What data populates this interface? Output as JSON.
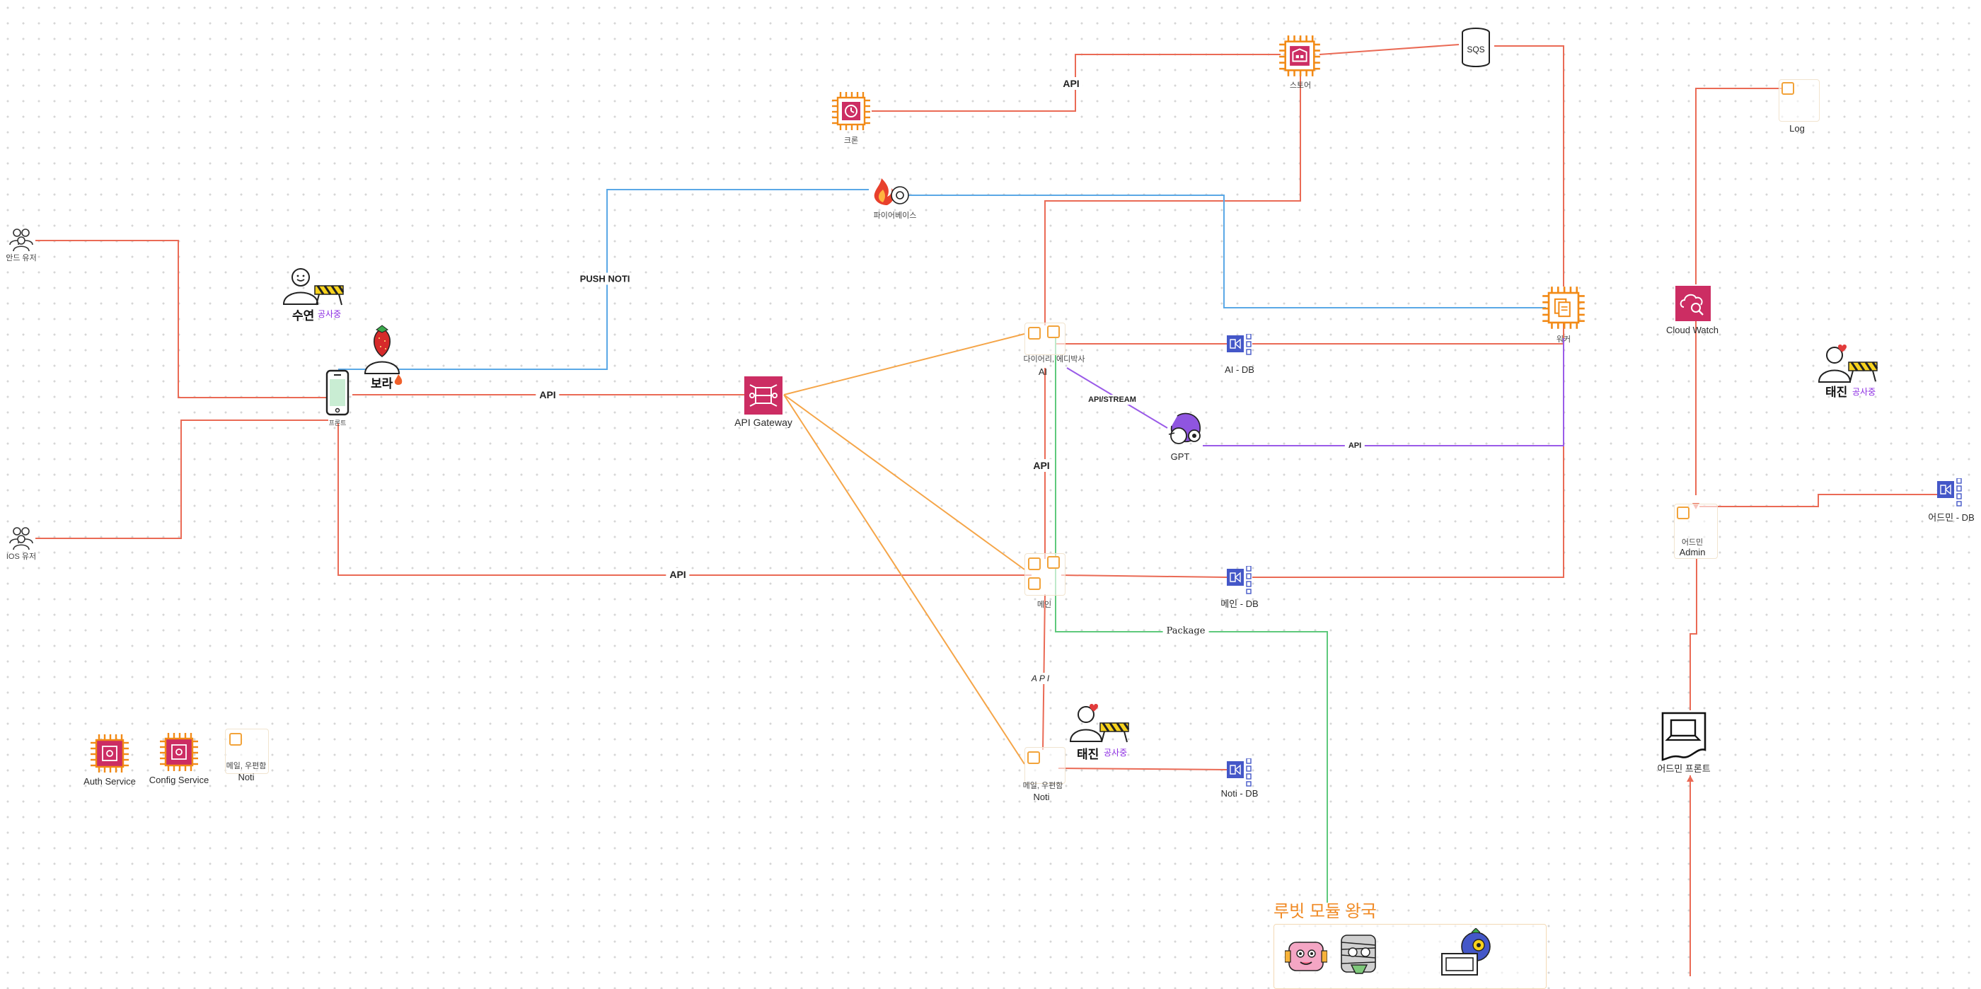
{
  "diagram": {
    "nodes": {
      "android_users": "안드 유저",
      "ios_users": "IOS 유저",
      "front": "프론트",
      "api_gateway": "API Gateway",
      "firebase": "파이어베이스",
      "cron": "크론",
      "store": "스토어",
      "sqs": "SQS",
      "worker": "워커",
      "ai_caption": "다이어리, 에디박사",
      "ai_name": "AI",
      "ai_db": "AI - DB",
      "gpt": "GPT",
      "main_name": "메인",
      "main_db": "메인 - DB",
      "noti_caption": "메일, 우편함",
      "noti_name": "Noti",
      "noti_db": "Noti - DB",
      "log": "Log",
      "cloudwatch": "Cloud Watch",
      "admin_caption": "어드민",
      "admin_name": "Admin",
      "admin_db": "어드민 - DB",
      "admin_front": "어드민 프론트",
      "auth_service": "Auth Service",
      "config_service": "Config Service",
      "legend_caption": "메일, 우편함",
      "legend_name": "Noti"
    },
    "edge_labels": {
      "api_front": "API",
      "api_cron_store": "API",
      "push_noti": "PUSH NOTI",
      "api_stream": "API/STREAM",
      "api_gpt_worker": "API",
      "api_ai_main": "API",
      "api_front_main": "API",
      "api_main_noti": "API",
      "package": "Package"
    },
    "people": {
      "suyeon_name": "수연",
      "suyeon_status": "공사중",
      "bora_name": "보라",
      "taejin1_name": "태진",
      "taejin1_status": "공사중",
      "taejin2_name": "태진",
      "taejin2_status": "공사중"
    },
    "group_title": "루빗 모듈 왕국"
  },
  "colors": {
    "edge_red": "#ea6a55",
    "edge_blue": "#5aa8e6",
    "edge_orange": "#f5a548",
    "edge_purple": "#9a5be8",
    "edge_green": "#5ec97c",
    "aws_orange": "#f28a16",
    "aws_pink": "#cc2d63",
    "aws_blue": "#4457c8",
    "wip_purple": "#8b2be2",
    "kingdom_orange": "#f08a24"
  },
  "icons": {
    "users": "users-icon",
    "phone": "mobile-phone-icon",
    "api_gateway": "api-gateway-icon",
    "firebase": "firebase-flame-icon",
    "chip": "compute-chip-icon",
    "database": "database-icon",
    "cloudwatch": "cloudwatch-icon",
    "gpt": "gpt-icon",
    "document": "document-icon",
    "barrier": "construction-barrier-icon",
    "strawberry": "strawberry-icon"
  }
}
